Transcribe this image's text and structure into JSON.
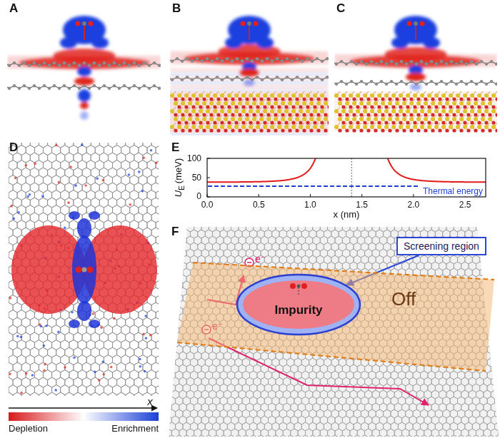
{
  "diagram": {
    "nodes": [
      {
        "text": [
          "Off"
        ]
      },
      {
        "text": [
          "Impurity"
        ],
        "in": 0
      },
      {
        "text": [
          "Screening region"
        ]
      }
    ],
    "edges": [
      {
        "from": 2,
        "to": 1,
        "arrow": "to"
      }
    ],
    "labels": [
      "A",
      "B",
      "C",
      "D",
      "E",
      "F",
      "x",
      "Depletion",
      "Enrichment",
      "U",
      "E",
      "(meV)",
      "100",
      "50",
      "0",
      "0.0",
      "0.5",
      "1.0",
      "1.5",
      "2.0",
      "2.5",
      "x (nm)",
      "Thermal energy",
      "e⁻",
      "e⁻"
    ]
  }
}
